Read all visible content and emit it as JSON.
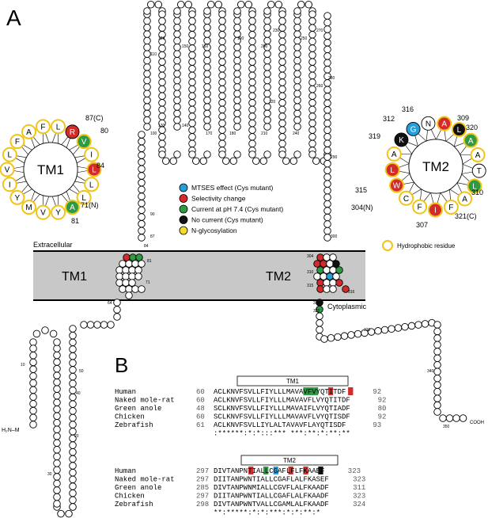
{
  "panel_a": {
    "label": "A",
    "extracellular": "Extracellular",
    "cytoplasmic": "Cytoplasmic",
    "tm1": "TM1",
    "tm2": "TM2",
    "nterm": "H₂N–M",
    "cterm": "COOH",
    "legend": [
      {
        "text": "MTSES effect (Cys mutant)",
        "color": "#23a0dc"
      },
      {
        "text": "Selectivity change",
        "color": "#d42a2a"
      },
      {
        "text": "Current at pH 7.4 (Cys mutant)",
        "color": "#2e9a44"
      },
      {
        "text": "No current (Cys mutant)",
        "color": "#111111"
      },
      {
        "text": "N-glycosylation",
        "color": "#f2dc2a"
      }
    ],
    "hydrophobic_label": "Hydrophobic residue",
    "hydrophobic_color": "#f0c419",
    "positions": [
      "10",
      "20",
      "30",
      "40",
      "50",
      "64",
      "71",
      "81",
      "84",
      "87",
      "90",
      "100",
      "110",
      "120",
      "130",
      "140",
      "150",
      "160",
      "170",
      "180",
      "190",
      "200",
      "210",
      "220",
      "230",
      "240",
      "250",
      "260",
      "270",
      "280",
      "290",
      "300",
      "304",
      "310",
      "315",
      "316",
      "318",
      "320",
      "330",
      "340",
      "350"
    ]
  },
  "wheel_tm1": {
    "title": "TM1",
    "residues": [
      {
        "aa": "F",
        "color": "#fff"
      },
      {
        "aa": "L",
        "color": "#fff"
      },
      {
        "aa": "R",
        "color": "#d42a2a"
      },
      {
        "aa": "V",
        "color": "#2e9a44"
      },
      {
        "aa": "I",
        "color": "#fff"
      },
      {
        "aa": "L",
        "color": "#d42a2a"
      },
      {
        "aa": "L",
        "color": "#fff"
      },
      {
        "aa": "L",
        "color": "#fff"
      },
      {
        "aa": "A",
        "color": "#2e9a44"
      },
      {
        "aa": "Y",
        "color": "#fff"
      },
      {
        "aa": "V",
        "color": "#fff"
      },
      {
        "aa": "M",
        "color": "#fff"
      },
      {
        "aa": "Y",
        "color": "#fff"
      },
      {
        "aa": "I",
        "color": "#fff"
      },
      {
        "aa": "V",
        "color": "#fff"
      },
      {
        "aa": "L",
        "color": "#fff"
      },
      {
        "aa": "F",
        "color": "#fff"
      },
      {
        "aa": "A",
        "color": "#fff"
      }
    ],
    "labels": [
      "87(C)",
      "80",
      "84",
      "71(N)",
      "81"
    ]
  },
  "wheel_tm2": {
    "title": "TM2",
    "residues": [
      {
        "aa": "N",
        "color": "#fff"
      },
      {
        "aa": "A",
        "color": "#d42a2a"
      },
      {
        "aa": "L",
        "color": "#111111"
      },
      {
        "aa": "A",
        "color": "#2e9a44"
      },
      {
        "aa": "A",
        "color": "#fff"
      },
      {
        "aa": "T",
        "color": "#fff"
      },
      {
        "aa": "L",
        "color": "#2e9a44"
      },
      {
        "aa": "A",
        "color": "#fff"
      },
      {
        "aa": "F",
        "color": "#fff"
      },
      {
        "aa": "I",
        "color": "#d42a2a"
      },
      {
        "aa": "F",
        "color": "#fff"
      },
      {
        "aa": "C",
        "color": "#fff"
      },
      {
        "aa": "W",
        "color": "#d42a2a"
      },
      {
        "aa": "L",
        "color": "#d42a2a"
      },
      {
        "aa": "A",
        "color": "#fff"
      },
      {
        "aa": "K",
        "color": "#111111"
      },
      {
        "aa": "G",
        "color": "#23a0dc"
      }
    ],
    "labels": [
      "316",
      "309",
      "320",
      "312",
      "319",
      "315",
      "304(N)",
      "310",
      "307",
      "321(C)"
    ]
  },
  "panel_b": {
    "label": "B",
    "box1": "TM1",
    "box2": "TM2",
    "rows1": [
      {
        "name": "Human",
        "start": "60",
        "seq": "ACLKNVFSVLLFIYLLLMAVAVFVYQTITDF",
        "end": "92"
      },
      {
        "name": "Naked mole-rat",
        "start": "60",
        "seq": "ACLKNVFSVLLFIYLLLMAVAVFLVYQTITDF",
        "end": "92"
      },
      {
        "name": "Green anole",
        "start": "48",
        "seq": "SCLKNVFSVLLFIYLLLMAVAIFLVYQTIADF",
        "end": "80"
      },
      {
        "name": "Chicken",
        "start": "60",
        "seq": "SCLKNVFSVLLFIYLLLMAVAVFLVYQTISDF",
        "end": "92"
      },
      {
        "name": "Zebrafish",
        "start": "61",
        "seq": "ACLKNVFSVLLIYLALTAVAVFLAYQTISDF",
        "end": "93"
      }
    ],
    "cons1": ":******:*:*:::*** ***:**:*:**:**",
    "rows2": [
      {
        "name": "Human",
        "start": "297",
        "seq": "DIVTANPNTIALLCGAFLFLFKAAEF",
        "end": "323"
      },
      {
        "name": "Naked mole-rat",
        "start": "297",
        "seq": "DIITANPWNTIALLCGAFLALFKASEF",
        "end": "323"
      },
      {
        "name": "Green anole",
        "start": "285",
        "seq": "DIVTANPWNMIALLCGVFLALFKAADF",
        "end": "311"
      },
      {
        "name": "Chicken",
        "start": "297",
        "seq": "DIITANPWNTIALLCGAFLALFKAADF",
        "end": "323"
      },
      {
        "name": "Zebrafish",
        "start": "298",
        "seq": "DIVTANPWNTVALLCGAMLALFKAADF",
        "end": "324"
      }
    ],
    "cons2": "**:*****:*:*:***:*:*:**:*"
  }
}
